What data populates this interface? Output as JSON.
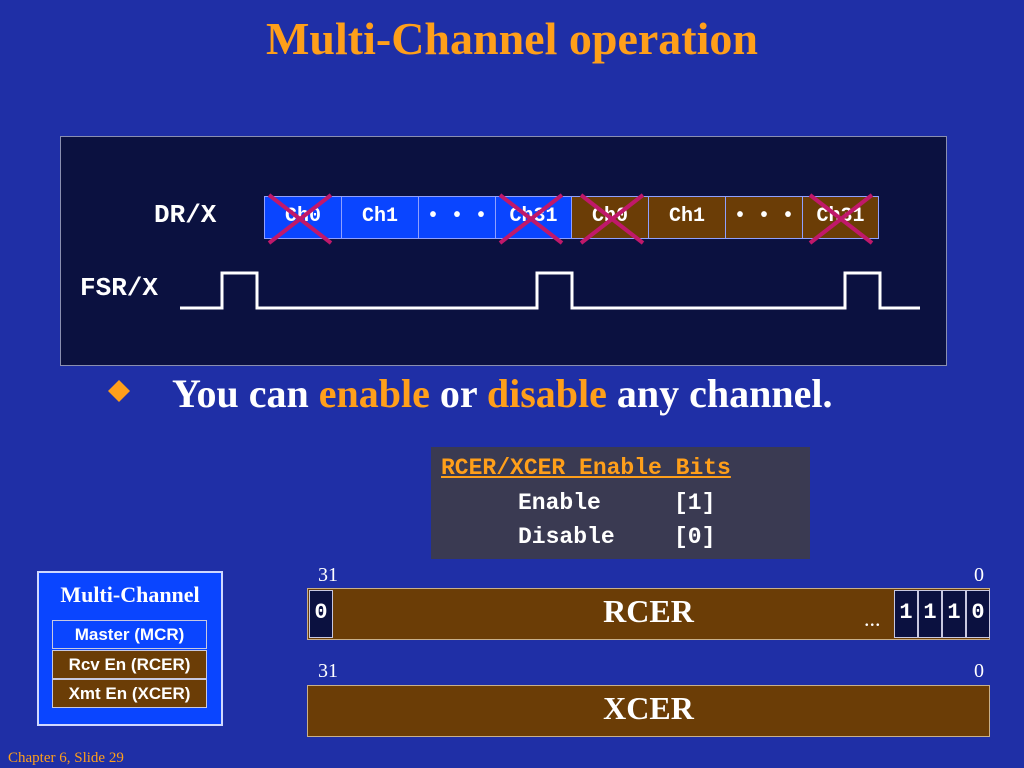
{
  "slide": {
    "title": "Multi-Channel operation",
    "footer": "Chapter 6, Slide 29"
  },
  "timing": {
    "dr_label": "DR/X",
    "fsr_label": "FSR/X",
    "frame1": [
      {
        "label": "Ch0",
        "enabled": false
      },
      {
        "label": "Ch1",
        "enabled": true
      },
      {
        "label": "• • •",
        "enabled": true
      },
      {
        "label": "Ch31",
        "enabled": false
      }
    ],
    "frame2": [
      {
        "label": "Ch0",
        "enabled": false
      },
      {
        "label": "Ch1",
        "enabled": true
      },
      {
        "label": "• • •",
        "enabled": true
      },
      {
        "label": "Ch31",
        "enabled": false
      }
    ],
    "frame1_color": "#0a45ff",
    "frame2_color": "#6b3d06",
    "disabled_mark_color": "#c0186a"
  },
  "bullet": {
    "text_part1": "You can ",
    "word1": "enable",
    "text_part2": " or ",
    "word2": "disable",
    "text_part3": " any channel."
  },
  "enable_bits": {
    "heading": "RCER/XCER Enable Bits",
    "rows": [
      {
        "name": "Enable",
        "value": "[1]"
      },
      {
        "name": "Disable",
        "value": "[0]"
      }
    ]
  },
  "multichannel": {
    "title": "Multi-Channel",
    "items": [
      "Master (MCR)",
      "Rcv En (RCER)",
      "Xmt En (XCER)"
    ]
  },
  "rcer": {
    "name": "RCER",
    "msb_label": "31",
    "lsb_label": "0",
    "msb_bit": "0",
    "dots": "...",
    "low_bits": [
      "1",
      "1",
      "1",
      "0"
    ]
  },
  "xcer": {
    "name": "XCER",
    "msb_label": "31",
    "lsb_label": "0"
  }
}
